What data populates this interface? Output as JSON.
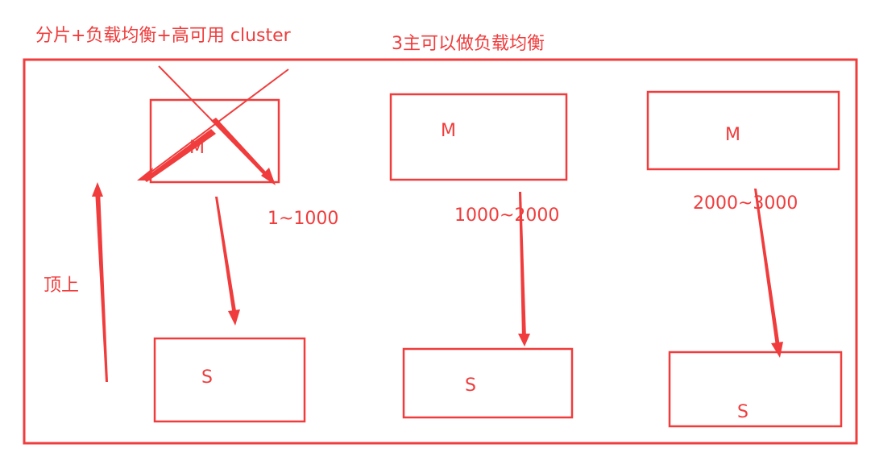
{
  "title_left": "分片+负载均衡+高可用  cluster",
  "title_right": "3主可以做负载均衡",
  "side_label": "顶上",
  "ranges": [
    "1~1000",
    "1000~2000",
    "2000~3000"
  ],
  "masters": [
    {
      "label": "M",
      "crossed_out": true
    },
    {
      "label": "M",
      "crossed_out": false
    },
    {
      "label": "M",
      "crossed_out": false
    }
  ],
  "slaves": [
    {
      "label": "S"
    },
    {
      "label": "S"
    },
    {
      "label": "S"
    }
  ],
  "colors": {
    "stroke": "#f03c3c",
    "background": "#ffffff"
  }
}
